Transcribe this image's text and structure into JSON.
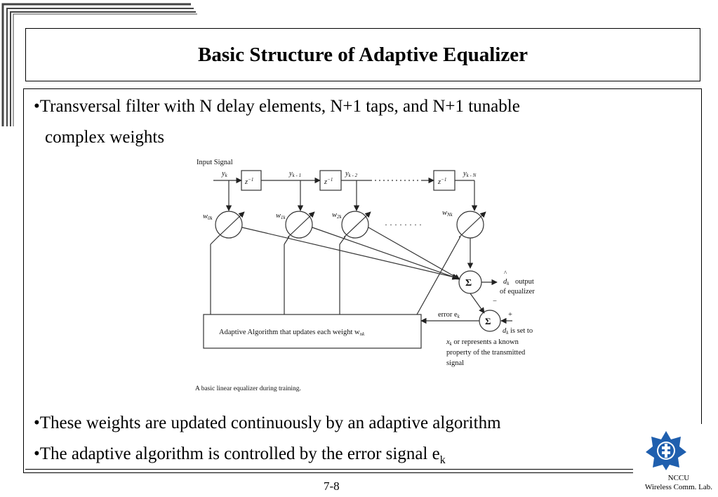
{
  "slide": {
    "title": "Basic Structure of Adaptive Equalizer",
    "bullets": [
      {
        "line1": "•Transversal filter with N delay elements, N+1 taps, and N+1 tunable",
        "line2": "complex weights"
      },
      {
        "text": "•These weights are updated continuously by an adaptive algorithm"
      },
      {
        "text": "•The adaptive algorithm is controlled by the error signal e",
        "subscript": "k"
      }
    ],
    "page_number": "7-8",
    "footer_line1": "NCCU",
    "footer_line2": "Wireless Comm. Lab."
  },
  "diagram": {
    "input_signal": "Input Signal",
    "delay": "z",
    "delay_exp": "−1",
    "taps": {
      "y0": "y",
      "y0_sub": "k",
      "y1": "y",
      "y1_sub": "k - 1",
      "y2": "y",
      "y2_sub": "k - 2",
      "yN": "y",
      "yN_sub": "k - N"
    },
    "weights": {
      "w0": "w",
      "w0_sub": "0k",
      "w1": "w",
      "w1_sub": "1k",
      "w2": "w",
      "w2_sub": "2k",
      "wN": "w",
      "wN_sub": "Nk"
    },
    "sum_symbol": "Σ",
    "dots": "· · · · · · · ·",
    "output_line1": "output",
    "output_line2": "of equalizer",
    "d_hat": "d",
    "d_hat_sub": "k",
    "minus": "−",
    "plus": "+",
    "error_label": "error e",
    "error_sub": "k",
    "algorithm_box": "Adaptive Algorithm that updates each weight w",
    "algorithm_sub": "nk",
    "dk_note1": "d",
    "dk_note1_sub": "k",
    "dk_note1_rest": " is set to",
    "dk_note2": "x",
    "dk_note2_sub": "k",
    "dk_note2_rest": " or represents a known",
    "dk_note3": "property of the transmitted",
    "dk_note4": "signal",
    "caption": "A basic linear equalizer during training."
  }
}
